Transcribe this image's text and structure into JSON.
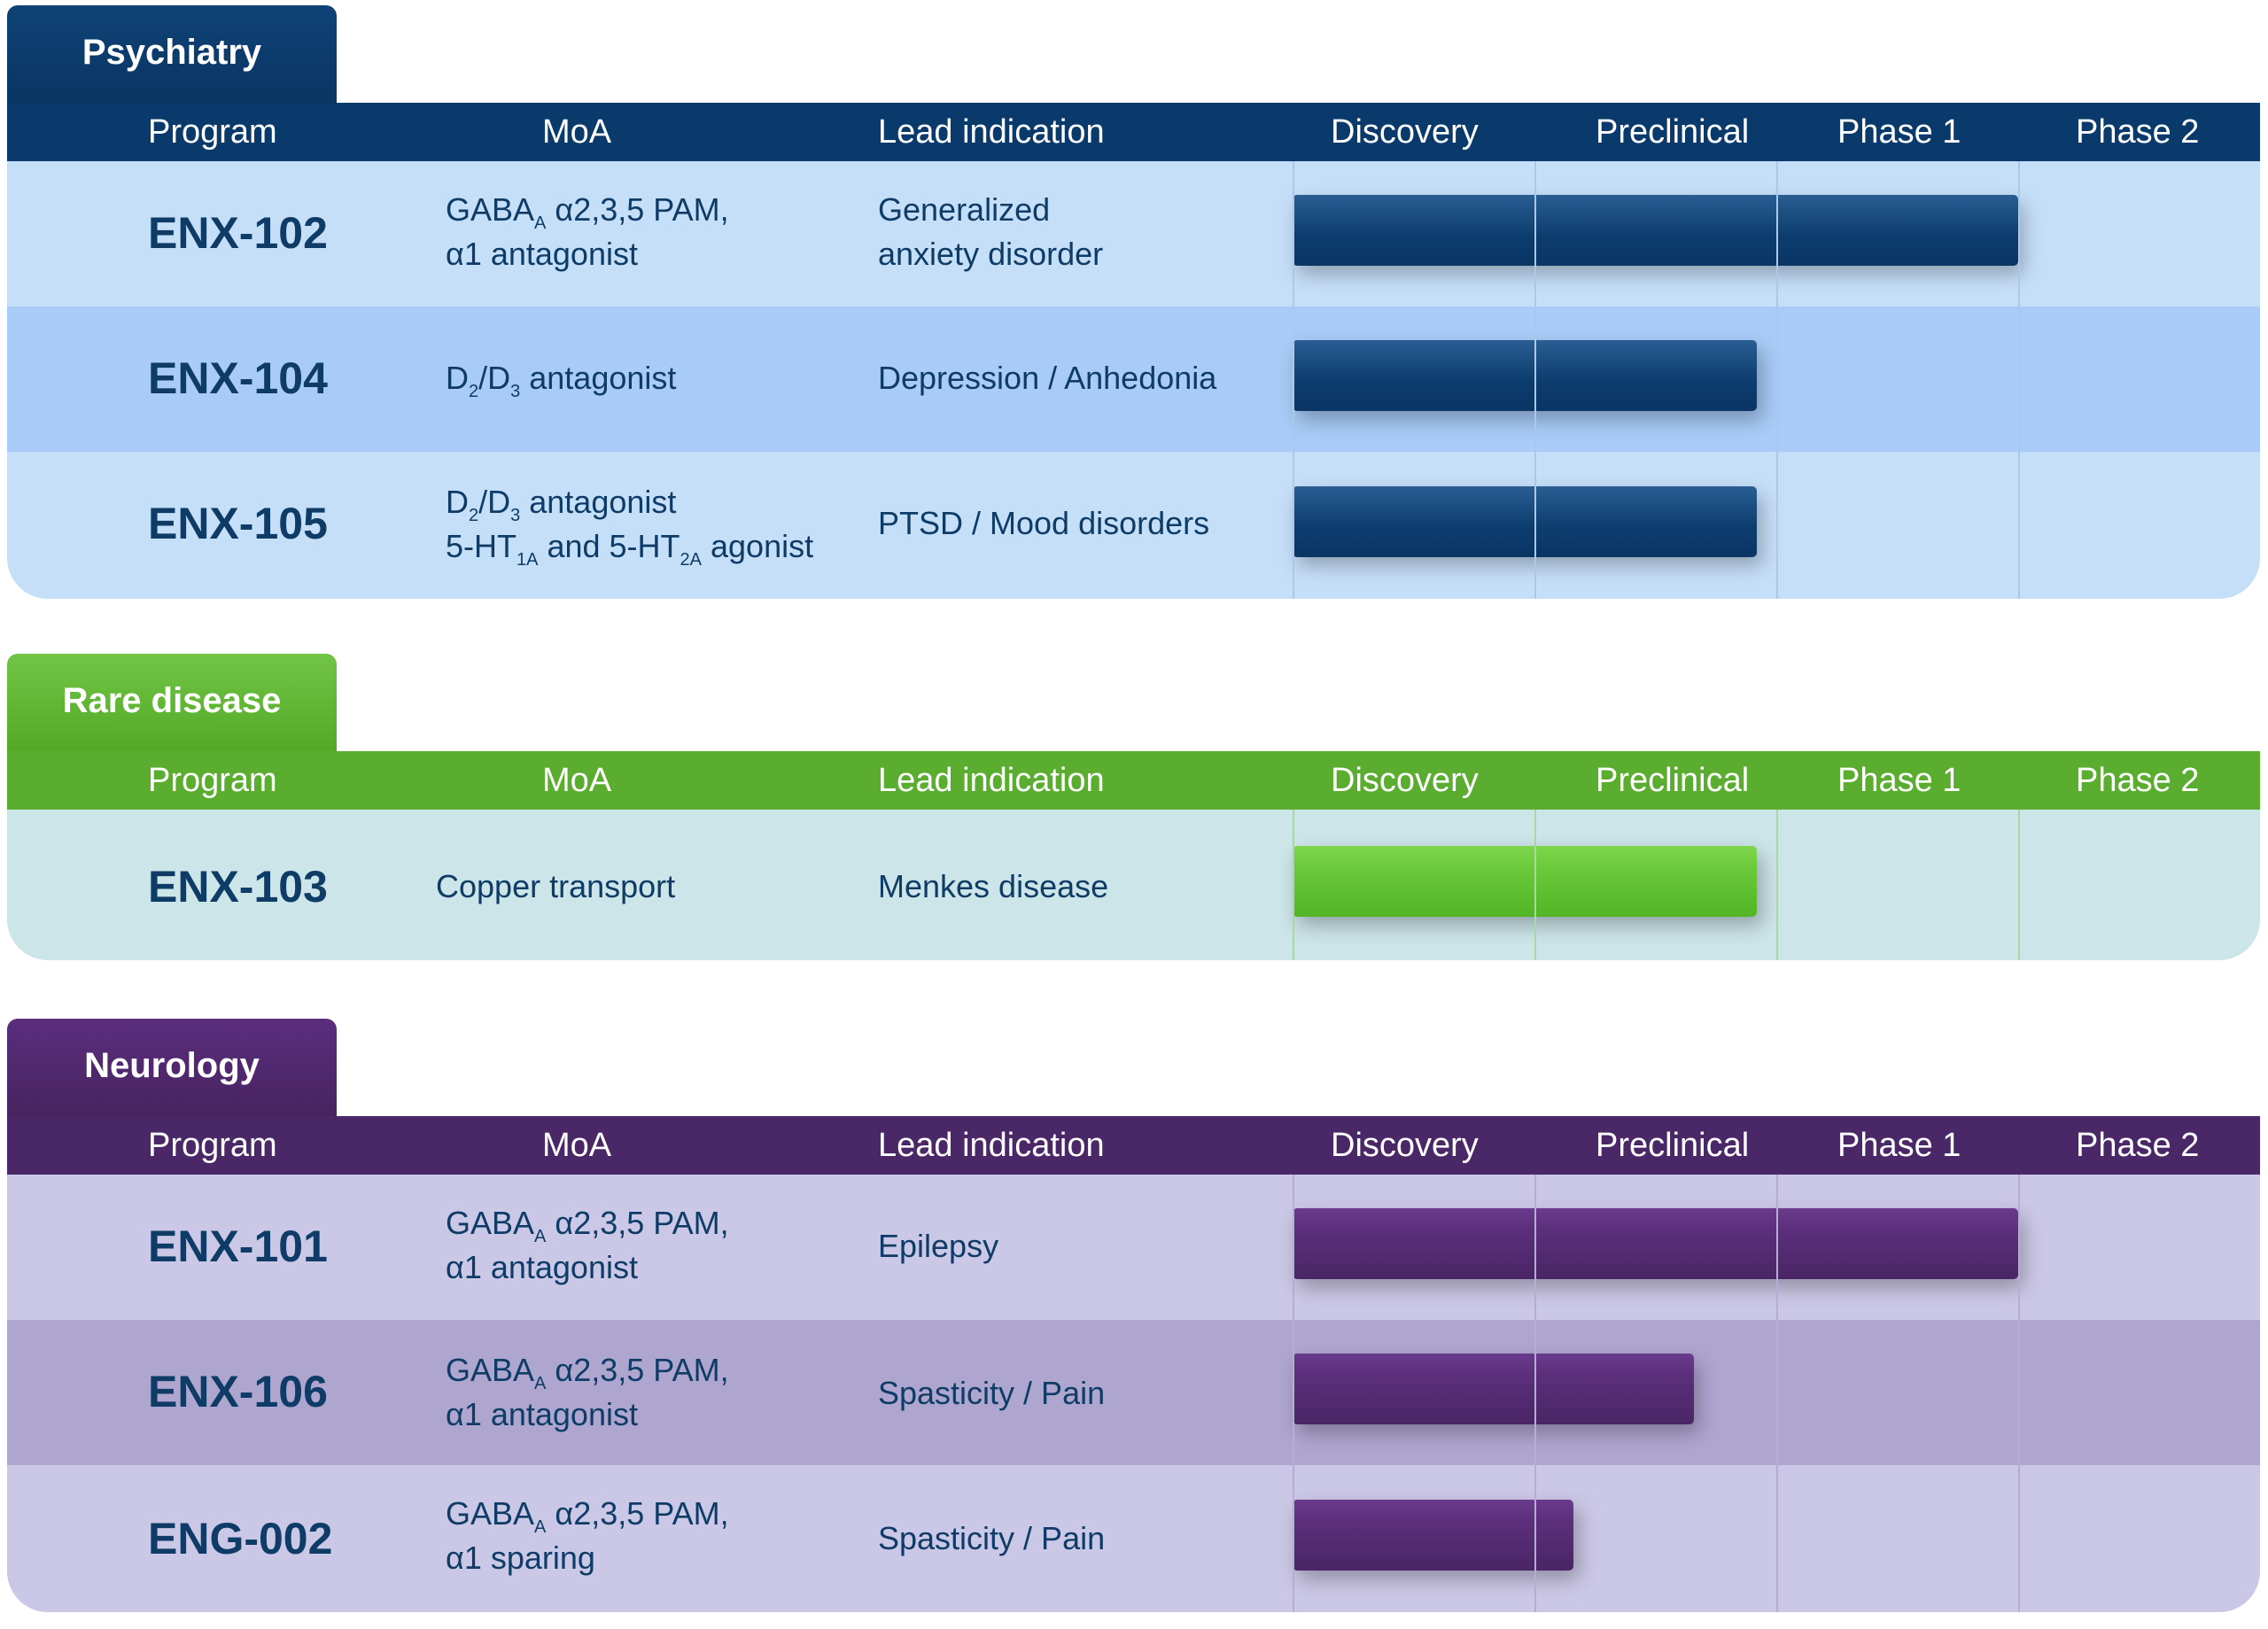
{
  "columns": {
    "program": "Program",
    "moa": "MoA",
    "indication": "Lead indication",
    "phases": [
      "Discovery",
      "Preclinical",
      "Phase 1",
      "Phase 2"
    ]
  },
  "sections": [
    {
      "key": "psy",
      "name": "Psychiatry",
      "colors": {
        "tab": "#0a3a6b",
        "header": "#093a6b",
        "row_light": "#c6dff9",
        "row_dark": "#a8cbf7",
        "bar": "#0c3c6e"
      },
      "rows": [
        {
          "program": "ENX-102",
          "moa_lines": [
            "GABA_{A} α2,3,5 PAM,",
            "α1 antagonist"
          ],
          "indication_lines": [
            "Generalized",
            "anxiety disorder"
          ],
          "progress_phases": 3.0
        },
        {
          "program": "ENX-104",
          "moa_lines": [
            "D_{2}/D_{3} antagonist"
          ],
          "indication_lines": [
            "Depression / Anhedonia"
          ],
          "progress_phases": 1.92
        },
        {
          "program": "ENX-105",
          "moa_lines": [
            "D_{2}/D_{3} antagonist",
            "5-HT_{1A} and 5-HT_{2A} agonist"
          ],
          "indication_lines": [
            "PTSD / Mood disorders"
          ],
          "progress_phases": 1.92
        }
      ]
    },
    {
      "key": "rare",
      "name": "Rare disease",
      "colors": {
        "tab": "#5aad2f",
        "header": "#5aad2f",
        "row_light": "#cce5e8",
        "row_dark": "#cce5e8",
        "bar": "#62c235"
      },
      "rows": [
        {
          "program": "ENX-103",
          "moa_lines": [
            "Copper transport"
          ],
          "indication_lines": [
            "Menkes disease"
          ],
          "progress_phases": 1.92
        }
      ]
    },
    {
      "key": "neu",
      "name": "Neurology",
      "colors": {
        "tab": "#4f2970",
        "header": "#4a2766",
        "row_light": "#cbc7e6",
        "row_dark": "#afa6d0",
        "bar": "#522a72"
      },
      "rows": [
        {
          "program": "ENX-101",
          "moa_lines": [
            "GABA_{A} α2,3,5 PAM,",
            "α1 antagonist"
          ],
          "indication_lines": [
            "Epilepsy"
          ],
          "progress_phases": 3.0
        },
        {
          "program": "ENX-106",
          "moa_lines": [
            "GABA_{A} α2,3,5 PAM,",
            "α1 antagonist"
          ],
          "indication_lines": [
            "Spasticity / Pain"
          ],
          "progress_phases": 1.66
        },
        {
          "program": "ENG-002",
          "moa_lines": [
            "GABA_{A} α2,3,5 PAM,",
            "α1 sparing"
          ],
          "indication_lines": [
            "Spasticity / Pain"
          ],
          "progress_phases": 1.16
        }
      ]
    }
  ]
}
